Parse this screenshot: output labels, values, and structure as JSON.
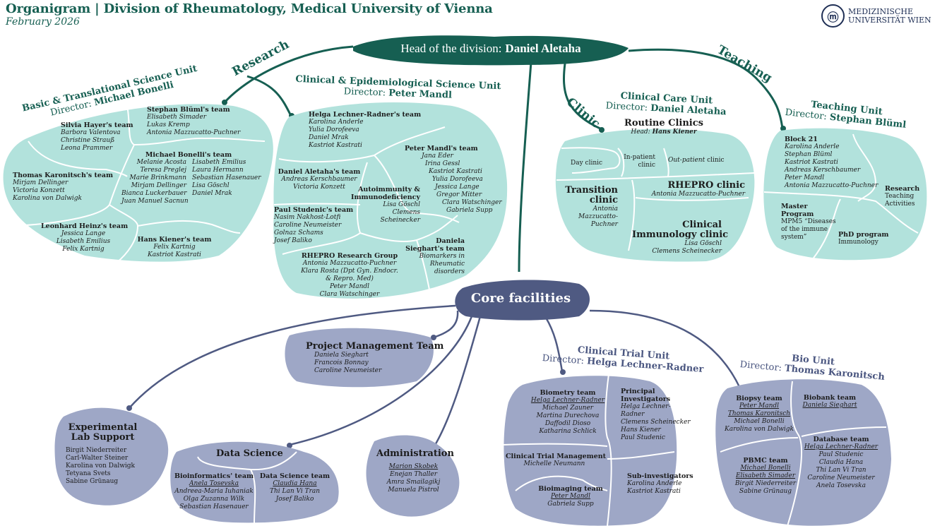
{
  "header": {
    "title": "Organigram | Division of Rheumatology, Medical University of Vienna",
    "date": "February 2026",
    "logo_line1": "MEDIZINISCHE",
    "logo_line2": "UNIVERSITÄT WIEN",
    "logo_icon": "muw-logo-icon"
  },
  "colors": {
    "dark_green": "#165f52",
    "light_teal": "#b2e2dc",
    "core_navy": "#4f5a82",
    "core_light": "#9ea7c6"
  },
  "head": {
    "prefix": "Head of the division:",
    "name": "Daniel Aletaha"
  },
  "branches": {
    "research": "Research",
    "clinic": "Clinic",
    "teaching": "Teaching"
  },
  "basic_unit": {
    "title": "Basic & Translational Science Unit",
    "director_label": "Director:",
    "director": "Michael Bonelli",
    "teams": [
      {
        "name": "Stephan Blüml's team",
        "members": [
          "Elisabeth Simader",
          "Lukas Kremp",
          "Antonia Mazzucatto-Puchner"
        ]
      },
      {
        "name": "Silvia Hayer's team",
        "members": [
          "Barbora Valentova",
          "Christine Strauß",
          "Leona Prammer"
        ]
      },
      {
        "name": "Michael Bonelli's team",
        "members_left": [
          "Melanie Acosta",
          "Teresa Preglej",
          "Marie Brinkmann",
          "Mirjam Dellinger",
          "Bianca Luckerbauer",
          "Juan Manuel Sacnun"
        ],
        "members_right": [
          "Lisabeth Emilius",
          "Laura Hermann",
          "Sebastian Hasenauer",
          "Lisa Göschl",
          "Daniel Mrak"
        ]
      },
      {
        "name": "Thomas Karonitsch's team",
        "members": [
          "Mirjam Dellinger",
          "Victoria Konzett",
          "Karolina von Dalwigk"
        ]
      },
      {
        "name": "Leonhard Heinz's team",
        "members": [
          "Jessica Lange",
          "Lisabeth Emilius",
          "Felix Kartnig"
        ]
      },
      {
        "name": "Hans Kiener's team",
        "members": [
          "Felix Kartnig",
          "Kastriot Kastrati"
        ]
      }
    ]
  },
  "clinical_epi_unit": {
    "title": "Clinical & Epidemiological Science Unit",
    "director_label": "Director:",
    "director": "Peter Mandl",
    "teams": [
      {
        "name": "Helga Lechner-Radner's team",
        "members": [
          "Karolina Anderle",
          "Yulia Dorofeeva",
          "Daniel Mrak",
          "Kastriot Kastrati"
        ]
      },
      {
        "name": "Peter Mandl's team",
        "members": [
          "Jana Eder",
          "Irina Gessl",
          "Kastriot Kastrati",
          "Yulia Dorofeeva",
          "Jessica Lange",
          "Gregor Mitter",
          "Clara Watschinger",
          "Gabriela Supp"
        ]
      },
      {
        "name": "Daniel Aletaha's team",
        "members": [
          "Andreas Kerschbaumer",
          "Victoria Konzett"
        ]
      },
      {
        "name": "Autoimmunity & Immunodeficiency",
        "name_l1": "Autoimmunity &",
        "name_l2": "Immunodeficiency",
        "members": [
          "Lisa Göschl",
          "Clemens",
          "Scheinecker"
        ]
      },
      {
        "name": "Paul Studenic's team",
        "members": [
          "Nasim Nakhost-Lotfi",
          "Caroline Neumeister",
          "Golnaz Schams",
          "Josef Baliko"
        ]
      },
      {
        "name": "Daniela Sieghart's team",
        "name_l1": "Daniela",
        "name_l2": "Sieghart's team",
        "members": [
          "Biomarkers in",
          "Rheumatic",
          "disorders"
        ]
      },
      {
        "name": "RHEPRO Research Group",
        "members": [
          "Antonia Mazzucatto-Puchner",
          "Klara Rosta (Dpt Gyn. Endocr.",
          "& Repro. Med)",
          "Peter Mandl",
          "Clara Watschinger"
        ]
      }
    ]
  },
  "clinical_care_unit": {
    "title": "Clinical Care Unit",
    "director_label": "Director:",
    "director": "Daniel Aletaha",
    "routine": {
      "name": "Routine Clinics",
      "head_label": "Head:",
      "head": "Hans Kiener"
    },
    "day_clinic": "Day clinic",
    "inpatient_l1": "In-patient",
    "inpatient_l2": "clinic",
    "outpatient_italic": "Out-patient",
    "outpatient_rest": "clinic",
    "transition": {
      "l1": "Transition",
      "l2": "clinic",
      "members": [
        "Antonia",
        "Mazzucatto-",
        "Puchner"
      ]
    },
    "rhepro": {
      "name": "RHEPRO clinic",
      "members": [
        "Antonia Mazzucatto-Puchner"
      ]
    },
    "immunology": {
      "l1": "Clinical",
      "l2": "Immunology clinic",
      "members": [
        "Lisa Göschl",
        "Clemens Scheinecker"
      ]
    }
  },
  "teaching_unit": {
    "title": "Teaching Unit",
    "director_label": "Director:",
    "director": "Stephan Blüml",
    "block": {
      "name": "Block 21",
      "members": [
        "Karolina Anderle",
        "Stephan Blüml",
        "Kastriot Kastrati",
        "Andreas Kerschbaumer",
        "Peter Mandl",
        "Antonia Mazzucatto-Puchner"
      ]
    },
    "research": {
      "name": "Research",
      "lines": [
        "Teaching",
        "Activities"
      ]
    },
    "master": {
      "l1": "Master",
      "l2": "Program",
      "lines": [
        "MPM5 “Diseases",
        "of the immune",
        "system”"
      ]
    },
    "phd": {
      "name": "PhD program",
      "lines": [
        "Immunology"
      ]
    }
  },
  "core": {
    "label": "Core facilities",
    "project_mgmt": {
      "name": "Project Management Team",
      "members": [
        "Daniela Sieghart",
        "Francois Bonnay",
        "Caroline Neumeister"
      ]
    },
    "lab_support": {
      "l1": "Experimental",
      "l2": "Lab Support",
      "members": [
        "Birgit Niederreiter",
        "Carl-Walter Steiner",
        "Karolina von Dalwigk",
        "Tetyana Svets",
        "Sabine Grünaug"
      ]
    },
    "data_science": {
      "name": "Data Science",
      "bioinfo": {
        "name": "Bioinformatics' team",
        "lead": "Anela Tosevska",
        "members": [
          "Andreea-Maria Iuhaniak",
          "Olga Zuzanna Wilk",
          "Sebastian Hasenauer"
        ]
      },
      "ds_team": {
        "name": "Data Science team",
        "lead": "Claudia Hana",
        "members": [
          "Thi Lan Vi Tran",
          "Josef Baliko"
        ]
      }
    },
    "administration": {
      "name": "Administration",
      "lead": "Marion Skobek",
      "members": [
        "Enejan Thaller",
        "Amra Smailagikj",
        "Manuela Pistrol"
      ]
    },
    "clinical_trial": {
      "title": "Clinical Trial Unit",
      "director_label": "Director:",
      "director": "Helga Lechner-Radner",
      "biometry": {
        "name": "Biometry team",
        "lead": "Helga Lechner-Radner",
        "members": [
          "Michael Zauner",
          "Martina Durechova",
          "Daffodil Dioso",
          "Katharina Schlick"
        ]
      },
      "pi": {
        "l1": "Principal",
        "l2": "Investigators",
        "members": [
          "Helga Lechner-",
          "Radner",
          "Clemens Scheinecker",
          "Hans Kiener",
          "Paul Studenic"
        ]
      },
      "ctm": {
        "name": "Clinical Trial Management",
        "members": [
          "Michelle Neumann"
        ]
      },
      "sub": {
        "name": "Sub-investigators",
        "members": [
          "Karolina Anderle",
          "Kastriot Kastrati"
        ]
      },
      "bioimaging": {
        "name": "Bioimaging team",
        "lead": "Peter Mandl",
        "members": [
          "Gabriela Supp"
        ]
      }
    },
    "bio_unit": {
      "title": "Bio Unit",
      "director_label": "Director:",
      "director": "Thomas Karonitsch",
      "biopsy": {
        "name": "Biopsy team",
        "leads": [
          "Peter Mandl",
          "Thomas Karonitsch"
        ],
        "members": [
          "Michael Bonelli",
          "Karolina von Dalwigk"
        ]
      },
      "biobank": {
        "name": "Biobank team",
        "lead": "Daniela Sieghart"
      },
      "database": {
        "name": "Database team",
        "lead": "Helga Lechner-Radner",
        "members": [
          "Paul Studenic",
          "Claudia Hana",
          "Thi Lan Vi Tran",
          "Caroline Neumeister",
          "Anela Tosevska"
        ]
      },
      "pbmc": {
        "name": "PBMC team",
        "leads": [
          "Michael Bonelli",
          "Elisabeth Simader"
        ],
        "members": [
          "Birgit Niederreiter",
          "Sabine Grünaug"
        ]
      }
    }
  }
}
